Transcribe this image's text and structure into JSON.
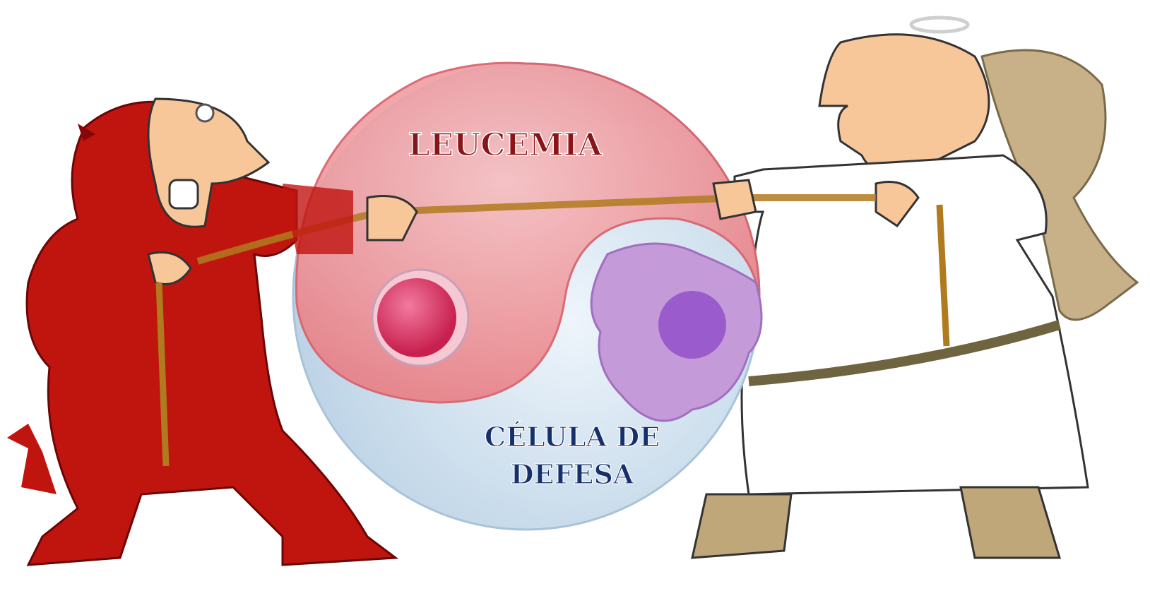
{
  "labels": {
    "top": "LEUCEMIA",
    "bottom_line1": "CÉLULA DE",
    "bottom_line2": "DEFESA"
  },
  "colors": {
    "devil": "#c0140f",
    "skin": "#f7c79a",
    "leukemia_half": "#f2a0a4",
    "defense_half": "#d6e6f2",
    "label_top": "#8a1418",
    "label_bottom": "#15306a",
    "rope": "#b07a1e",
    "robe": "#ffffff",
    "hair": "#c8b088",
    "boots": "#bfa77a"
  }
}
